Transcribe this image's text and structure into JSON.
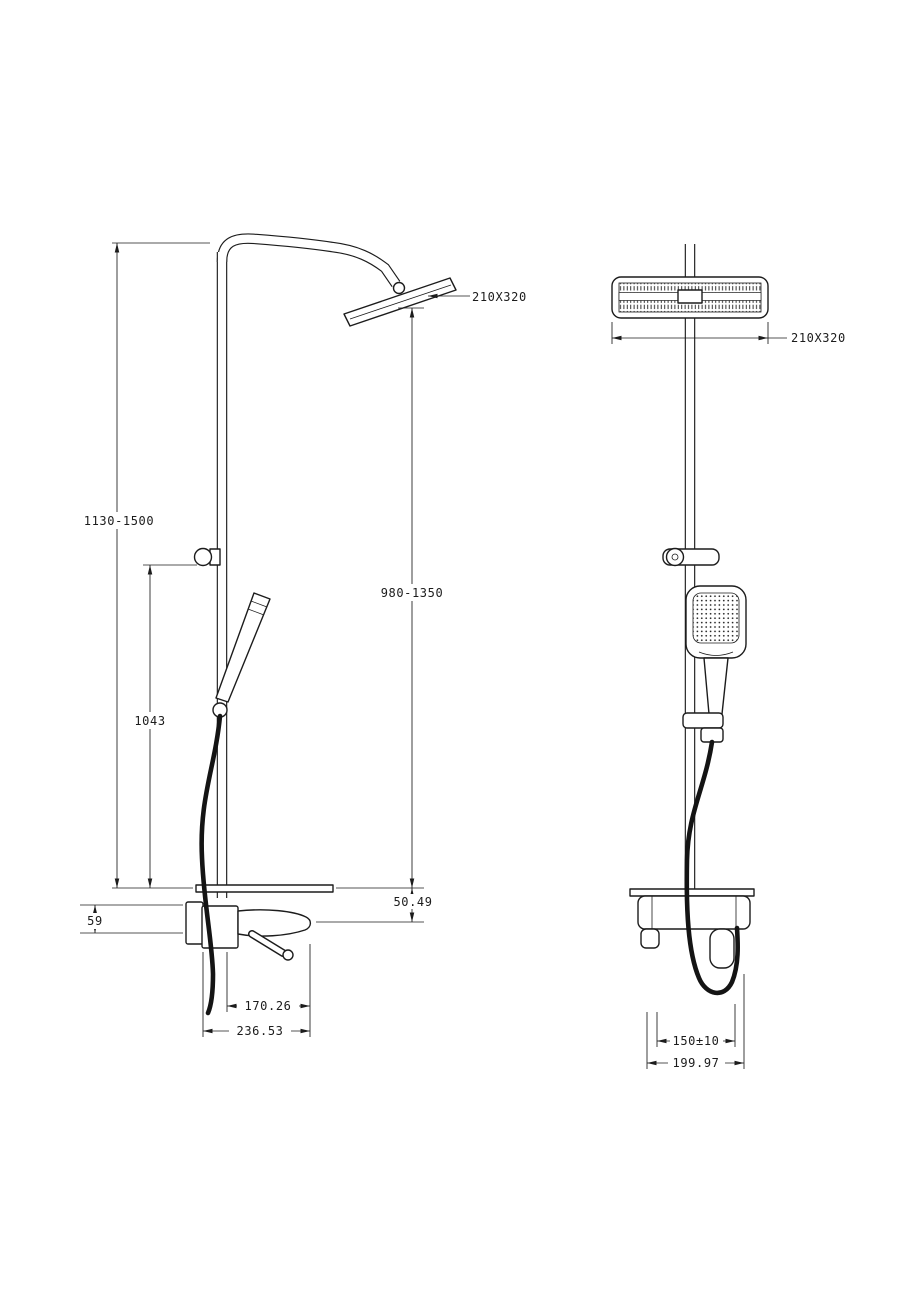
{
  "colors": {
    "background": "#ffffff",
    "ink": "#1c1c1c"
  },
  "views": {
    "side": {
      "dims": {
        "head_size": "210X320",
        "overall_height": "1130-1500",
        "head_to_mixer_height": "980-1350",
        "bracket_height": "1043",
        "shelf_to_spout_drop": "50.49",
        "spout_body_height": "59",
        "spout_reach": "170.26",
        "total_depth": "236.53"
      }
    },
    "front": {
      "dims": {
        "head_size": "210X320",
        "connection_spacing": "150±10",
        "mixer_width": "199.97"
      }
    }
  }
}
